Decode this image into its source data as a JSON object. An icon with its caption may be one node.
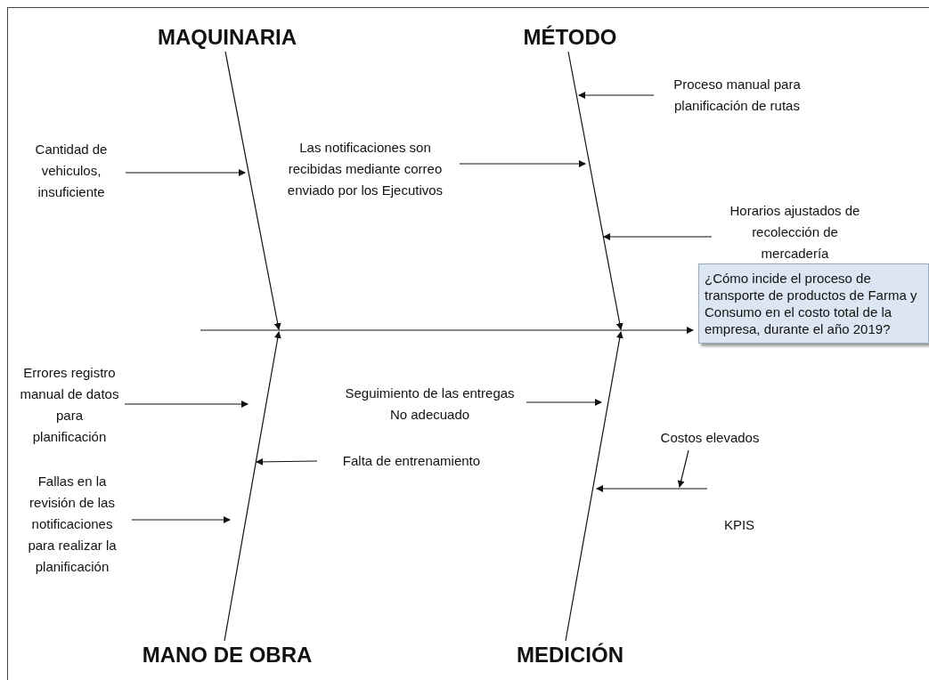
{
  "diagram": {
    "nodes": [
      {
        "text": [
          "MAQUINARIA"
        ]
      },
      {
        "text": [
          "MÉTODO"
        ]
      },
      {
        "text": [
          "MANO DE OBRA"
        ]
      },
      {
        "text": [
          "MEDICIÓN"
        ]
      },
      {
        "text": [
          "¿Cómo incide el proceso de transporte de productos de Farma y Consumo en el costo total de la empresa, durante el año 2019?"
        ]
      },
      {
        "text": [
          "Cantidad de vehiculos, insuficiente"
        ]
      },
      {
        "text": [
          "Las notificaciones son recibidas mediante correo enviado por los Ejecutivos"
        ]
      },
      {
        "text": [
          "Proceso manual para planificación de rutas"
        ]
      },
      {
        "text": [
          "Horarios ajustados de recolección de mercadería"
        ]
      },
      {
        "text": [
          "Errores registro manual de datos para planificación"
        ]
      },
      {
        "text": [
          "Seguimiento de las entregas No adecuado"
        ]
      },
      {
        "text": [
          "Falta de entrenamiento"
        ]
      },
      {
        "text": [
          "Fallas en la revisión de las notificaciones para realizar la planificación"
        ]
      },
      {
        "text": [
          "Costos elevados"
        ]
      },
      {
        "text": [
          "KPIS"
        ]
      }
    ],
    "edges": [
      {
        "from": 0,
        "to": null,
        "arrow": "to"
      },
      {
        "from": 1,
        "to": null,
        "arrow": "to"
      },
      {
        "from": 2,
        "to": null,
        "arrow": "to"
      },
      {
        "from": 3,
        "to": null,
        "arrow": "to"
      },
      {
        "from": null,
        "to": 4,
        "arrow": "to"
      },
      {
        "from": 5,
        "to": null,
        "arrow": "to"
      },
      {
        "from": 6,
        "to": null,
        "arrow": "to"
      },
      {
        "from": 7,
        "to": null,
        "arrow": "to"
      },
      {
        "from": 8,
        "to": null,
        "arrow": "to"
      },
      {
        "from": 9,
        "to": null,
        "arrow": "to"
      },
      {
        "from": 10,
        "to": null,
        "arrow": "to"
      },
      {
        "from": 11,
        "to": null,
        "arrow": "to"
      },
      {
        "from": 12,
        "to": null,
        "arrow": "to"
      },
      {
        "from": 14,
        "to": null,
        "arrow": "to"
      },
      {
        "from": 13,
        "to": null,
        "arrow": "to"
      }
    ]
  }
}
